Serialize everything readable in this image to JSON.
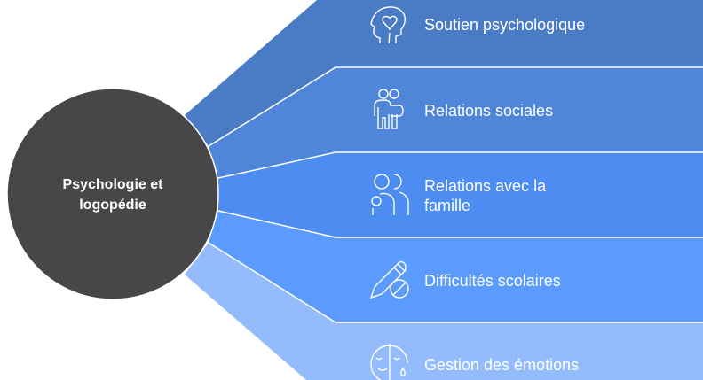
{
  "center": {
    "line1": "Psychologie et",
    "line2": "logopédie",
    "color": "#474747"
  },
  "branches": [
    {
      "label": "Soutien psychologique",
      "icon": "head-heart-icon",
      "color": "#4a7bc5"
    },
    {
      "label": "Relations sociales",
      "icon": "people-embrace-icon",
      "color": "#4f86da"
    },
    {
      "label_line1": "Relations avec la",
      "label_line2": "famille",
      "icon": "family-icon",
      "color": "#4d8cf1"
    },
    {
      "label": "Difficultés scolaires",
      "icon": "pencil-no-icon",
      "color": "#5b9bfd"
    },
    {
      "label": "Gestion des émotions",
      "icon": "emotion-mask-icon",
      "color": "#94bbfc"
    }
  ]
}
